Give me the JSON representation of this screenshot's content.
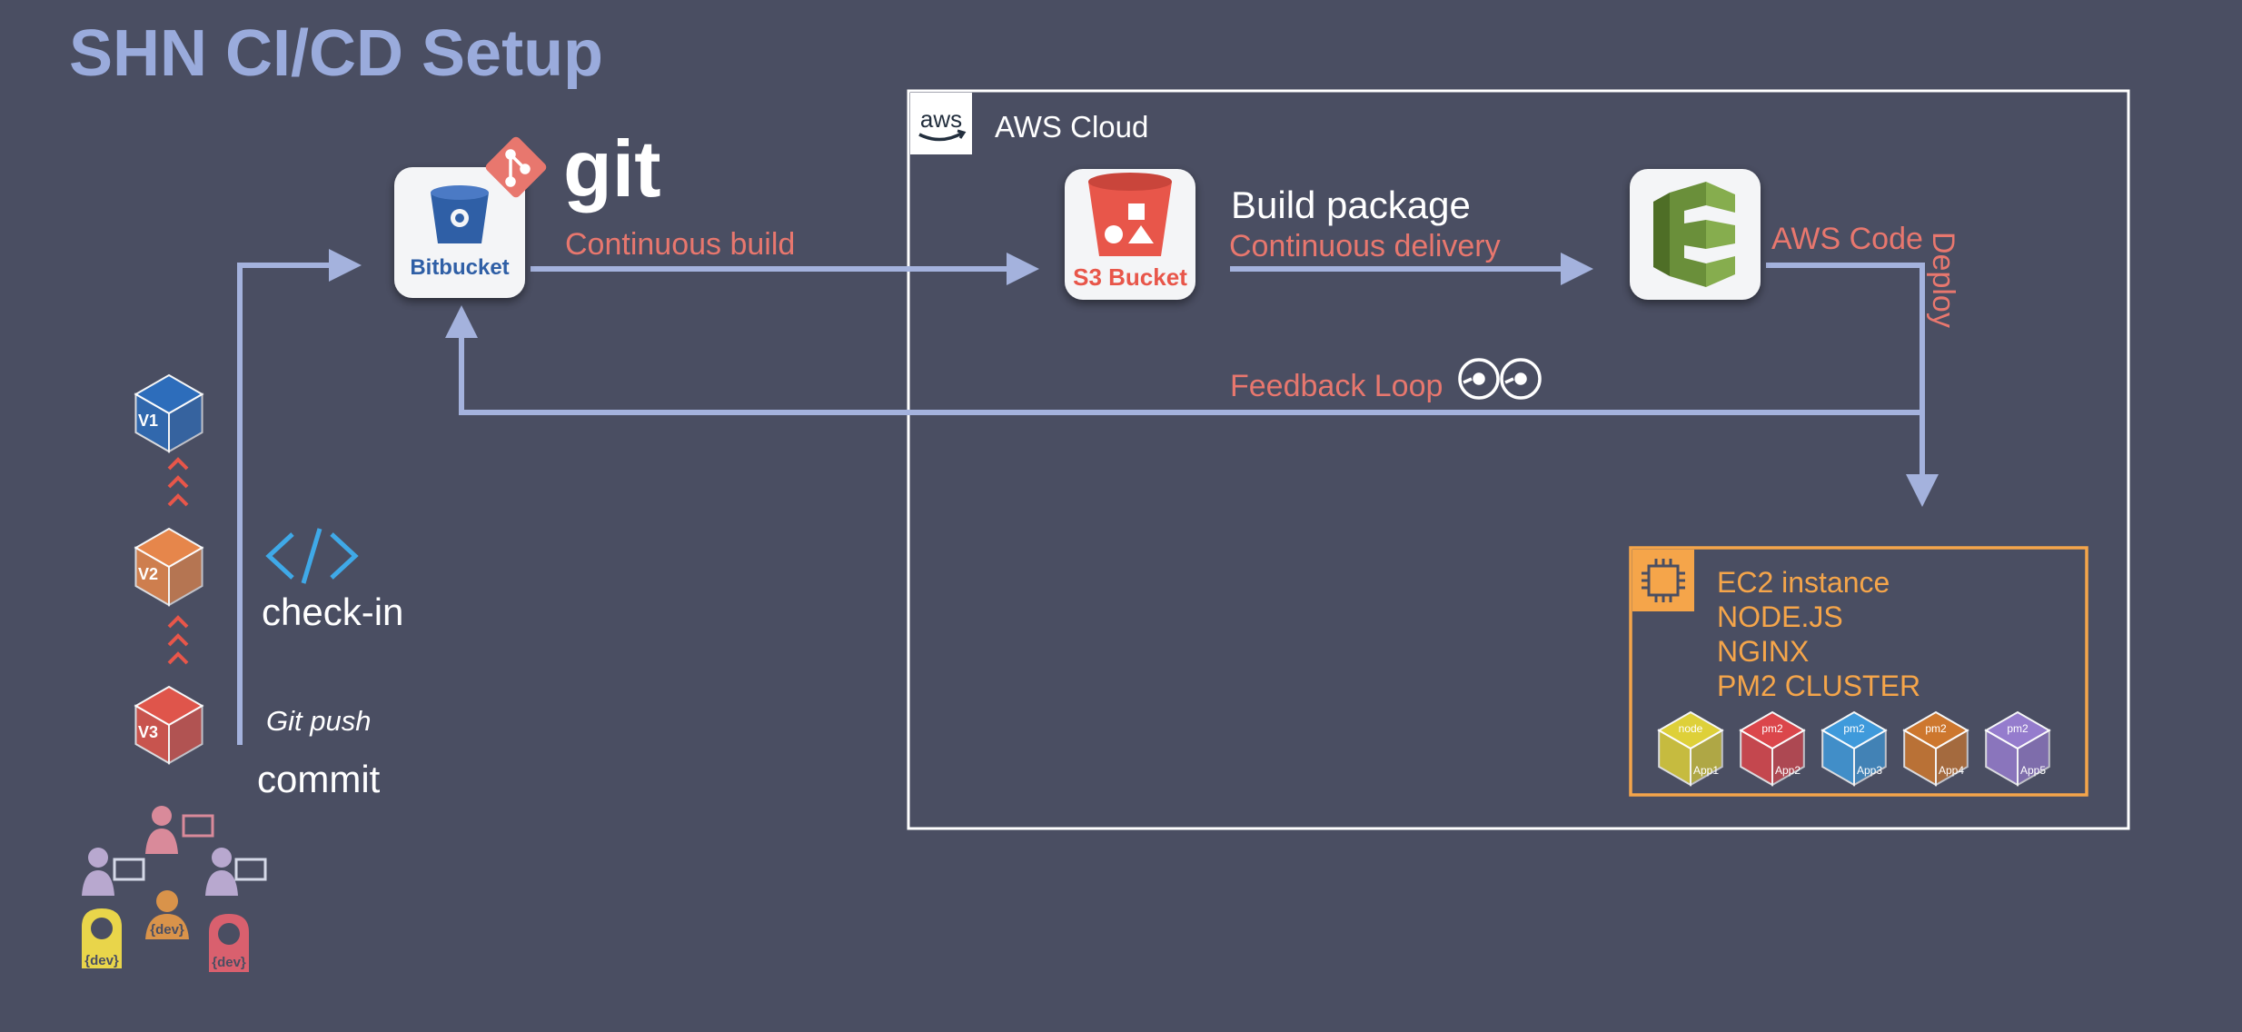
{
  "title": "SHN CI/CD Setup",
  "colors": {
    "background": "#4a4e62",
    "title": "#9aabdc",
    "arrow": "#a4b2dd",
    "red_label": "#e8776e",
    "orange": "#f5a54a",
    "white": "#ffffff",
    "codedeploy_green": "#6a8f3a"
  },
  "aws": {
    "logo_text": "aws",
    "cloud_label": "AWS Cloud"
  },
  "bitbucket": {
    "icon": "bitbucket-icon",
    "label": "Bitbucket",
    "git_label": "git",
    "continuous_build": "Continuous build"
  },
  "s3": {
    "icon": "s3-bucket-icon",
    "label": "S3 Bucket",
    "build_package": "Build package",
    "continuous_delivery": "Continuous delivery"
  },
  "codedeploy": {
    "icon": "aws-codedeploy-icon",
    "label_line1": "AWS Code",
    "label_line2": "Deploy"
  },
  "feedback": {
    "label": "Feedback Loop",
    "icon": "feedback-loop-icon"
  },
  "ec2": {
    "icon": "ec2-chip-icon",
    "lines": [
      "EC2 instance",
      "NODE.JS",
      "NGINX",
      "PM2 CLUSTER"
    ],
    "apps": [
      {
        "top": "node",
        "side": "App1",
        "color": "#e6d737"
      },
      {
        "top": "pm2",
        "side": "App2",
        "color": "#e3464a"
      },
      {
        "top": "pm2",
        "side": "App3",
        "color": "#3f9fe2"
      },
      {
        "top": "pm2",
        "side": "App4",
        "color": "#d57a2c"
      },
      {
        "top": "pm2",
        "side": "App5",
        "color": "#9a7fd3"
      }
    ]
  },
  "left": {
    "check_in": "check-in",
    "git_push": "Git push",
    "commit": "commit",
    "versions": [
      "V1",
      "V2",
      "V3"
    ],
    "dev_label": "{dev}"
  }
}
